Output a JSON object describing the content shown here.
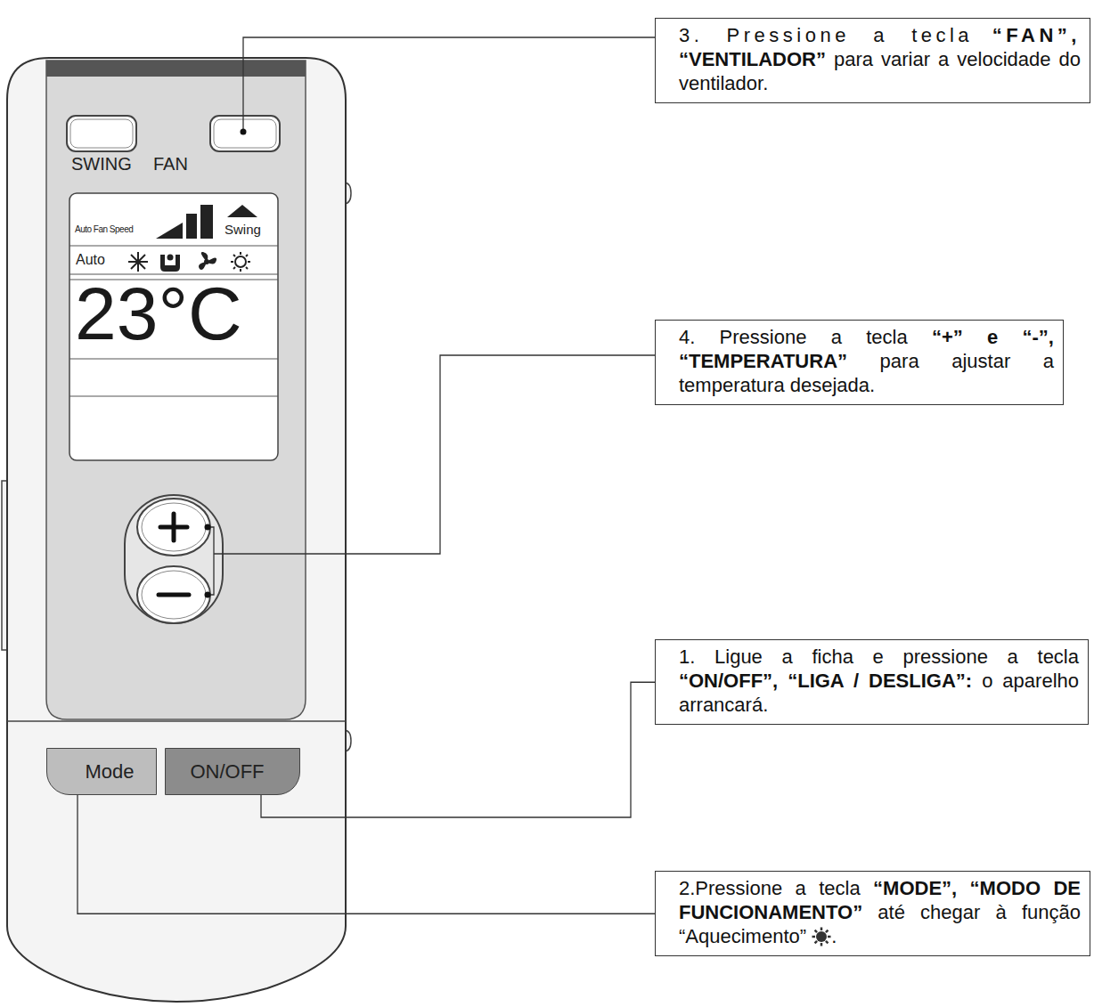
{
  "diagram": {
    "nodes": [
      {
        "text": [
          "3. Pressione a tecla",
          "“FAN”,",
          "“VENTILADOR”",
          "para variar a velocidade do ventilador."
        ]
      },
      {
        "text": [
          "4. Pressione a tecla",
          "“+” e “-”,",
          "“TEMPERATURA”",
          "para ajustar a temperatura desejada."
        ]
      },
      {
        "text": [
          "1. Ligue a ficha e pressione a tecla",
          "“ON/OFF”, “LIGA / DESLIGA”:",
          "o aparelho arrancará."
        ]
      },
      {
        "text": [
          "2.Pressione a tecla",
          "“MODE”, “MODO DE FUNCIONAMENTO”",
          "até chegar à função “Aquecimento”",
          "."
        ]
      },
      {
        "text": [
          "Mode"
        ]
      },
      {
        "text": [
          "ON/OFF"
        ]
      }
    ],
    "edges": [
      {
        "from": 2,
        "to": 5,
        "arrow": "none"
      },
      {
        "from": 3,
        "to": 4,
        "arrow": "none"
      }
    ],
    "labels": [
      "SWING",
      "FAN",
      "Auto Fan Speed",
      "Swing",
      "Auto",
      "23°C"
    ]
  }
}
